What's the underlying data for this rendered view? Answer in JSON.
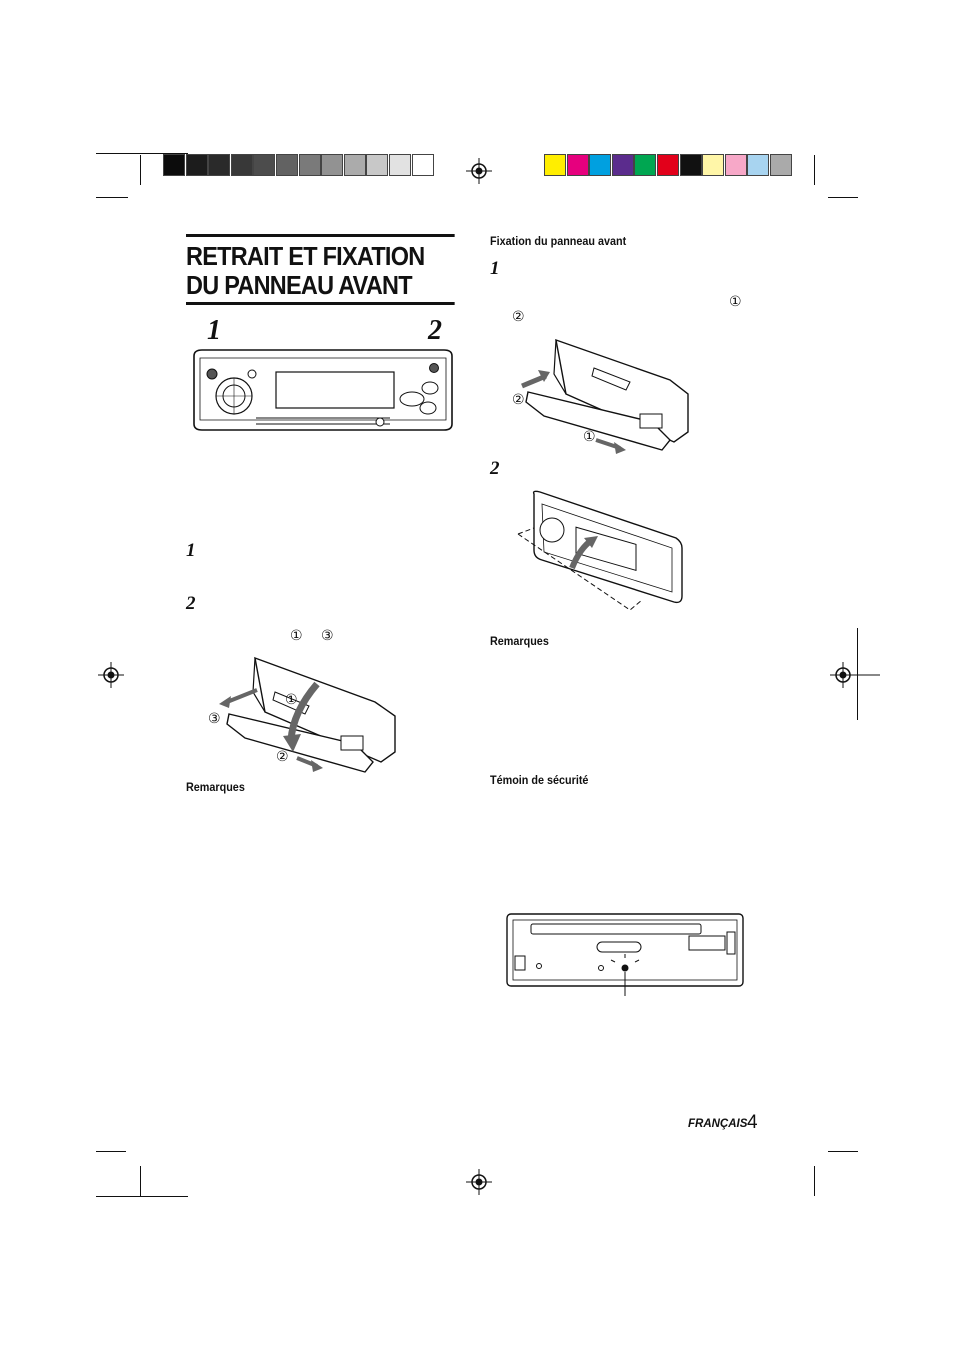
{
  "page": {
    "title": "RETRAIT ET FIXATION DU PANNEAU AVANT",
    "fig_main_label_1": "1",
    "fig_main_label_2": "2"
  },
  "left_column": {
    "step1_num": "1",
    "step2_num": "2",
    "step2_ref_a": "①",
    "step2_ref_b": "③",
    "figure_labels": [
      "①",
      "③",
      "②"
    ],
    "notes_heading": "Remarques"
  },
  "right_column": {
    "fixing_heading": "Fixation du panneau avant",
    "step1_num": "1",
    "step1_ref_a": "①",
    "step1_ref_b": "②",
    "figure1_labels": [
      "②",
      "①"
    ],
    "step2_num": "2",
    "notes_heading": "Remarques",
    "security_heading": "Témoin de sécurité"
  },
  "footer": {
    "language": "FRANÇAIS",
    "page_number": "4"
  },
  "colors": {
    "gray_swatches": [
      "#0c0c0c",
      "#1c1c1c",
      "#2a2a2a",
      "#383838",
      "#4c4c4c",
      "#626262",
      "#7a7a7a",
      "#929292",
      "#ababab",
      "#c8c8c8",
      "#e2e2e2",
      "#ffffff"
    ],
    "color_swatches": [
      "#ffee00",
      "#e6007e",
      "#00a0e0",
      "#5b2c8d",
      "#00a651",
      "#e2001a",
      "#111111",
      "#fff6a8",
      "#f7a8c8",
      "#a8d4f0",
      "#aaaaaa"
    ]
  }
}
